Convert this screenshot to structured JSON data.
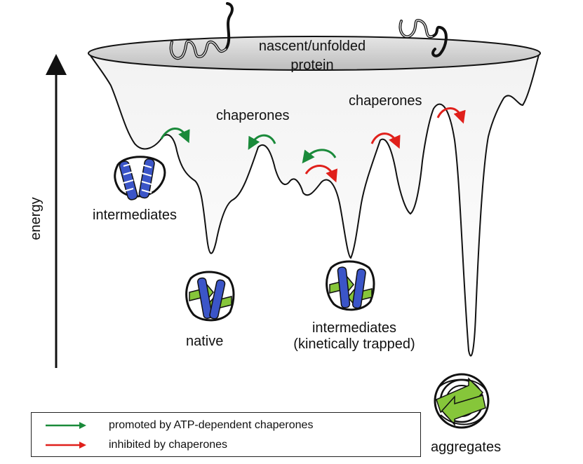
{
  "labels": {
    "top": "nascent/unfolded",
    "top2": "protein",
    "chaperones_left": "chaperones",
    "chaperones_right": "chaperones",
    "intermediates": "intermediates",
    "native": "native",
    "trapped1": "intermediates",
    "trapped2": "(kinetically trapped)",
    "aggregates": "aggregates",
    "energy": "energy"
  },
  "legend": {
    "green_text": "promoted by ATP-dependent chaperones",
    "red_text": "inhibited by chaperones"
  },
  "colors": {
    "promoted": "#1a8a3a",
    "inhibited": "#e0201b",
    "ribbon": "#3b55c8",
    "sheet": "#86c63a"
  }
}
